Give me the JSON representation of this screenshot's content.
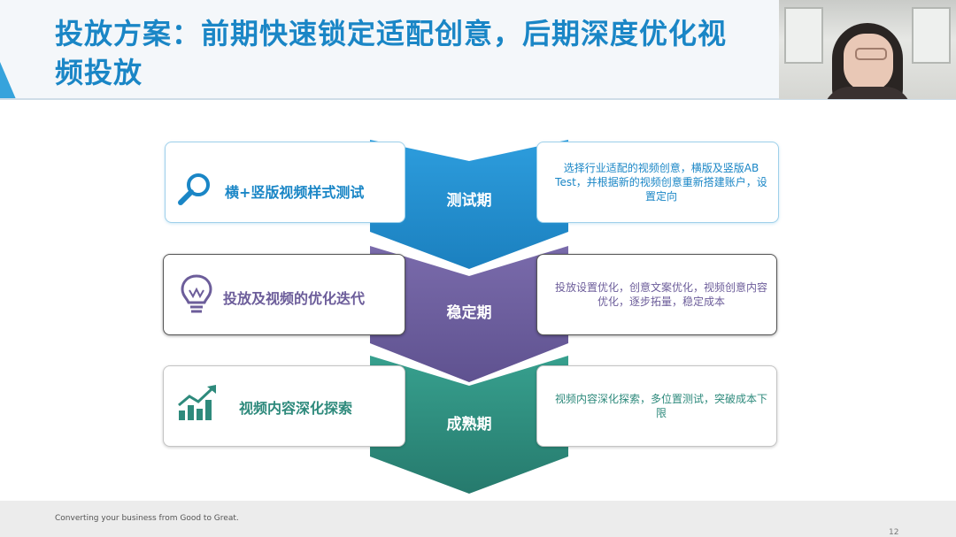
{
  "slide": {
    "title": "投放方案：前期快速锁定适配创意，后期深度优化视频投放",
    "footer": "Converting your business from Good to Great.",
    "page_number": "12"
  },
  "stages": [
    {
      "name": "测试期",
      "card_title": "横+竖版视频样式测试",
      "description": "选择行业适配的视频创意，横版及竖版AB Test，并根据新的视频创意重新搭建账户，设置定向",
      "icon": "magnifier-icon",
      "color": "#1a86c6"
    },
    {
      "name": "稳定期",
      "card_title": "投放及视频的优化迭代",
      "description": "投放设置优化，创意文案优化，视频创意内容优化，逐步拓量，稳定成本",
      "icon": "lightbulb-icon",
      "color": "#6c5d9a"
    },
    {
      "name": "成熟期",
      "card_title": "视频内容深化探索",
      "description": "视频内容深化探索，多位置测试，突破成本下限",
      "icon": "growth-chart-icon",
      "color": "#2e8a7c"
    }
  ],
  "colors": {
    "title": "#1a86c6",
    "accent": "#36a3dc"
  }
}
